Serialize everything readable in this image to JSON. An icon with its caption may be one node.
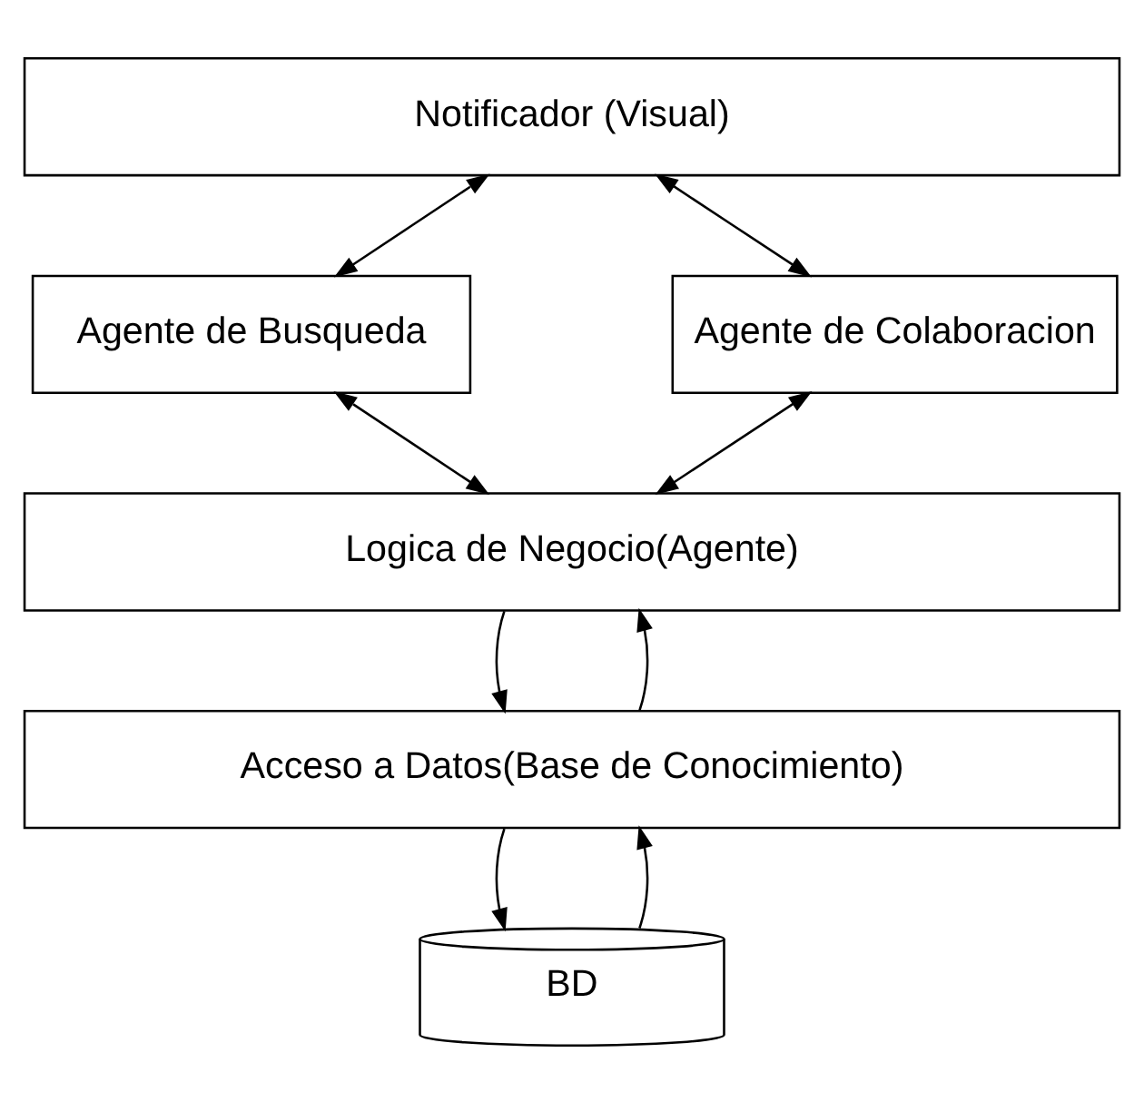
{
  "diagram": {
    "nodes": [
      {
        "text": [
          "Notificador (Visual)"
        ]
      },
      {
        "text": [
          "Agente de Busqueda"
        ]
      },
      {
        "text": [
          "Agente de Colaboracion"
        ]
      },
      {
        "text": [
          "Logica de Negocio(Agente)"
        ]
      },
      {
        "text": [
          "Acceso a Datos(Base de Conocimiento)"
        ]
      },
      {
        "text": [
          "BD"
        ]
      }
    ],
    "edges": [
      {
        "from": 0,
        "to": 1,
        "arrow": "both"
      },
      {
        "from": 0,
        "to": 2,
        "arrow": "both"
      },
      {
        "from": 1,
        "to": 3,
        "arrow": "both"
      },
      {
        "from": 2,
        "to": 3,
        "arrow": "both"
      },
      {
        "from": 3,
        "to": 4,
        "arrow": "to"
      },
      {
        "from": 4,
        "to": 3,
        "arrow": "to"
      },
      {
        "from": 4,
        "to": 5,
        "arrow": "to"
      },
      {
        "from": 5,
        "to": 4,
        "arrow": "to"
      }
    ]
  }
}
